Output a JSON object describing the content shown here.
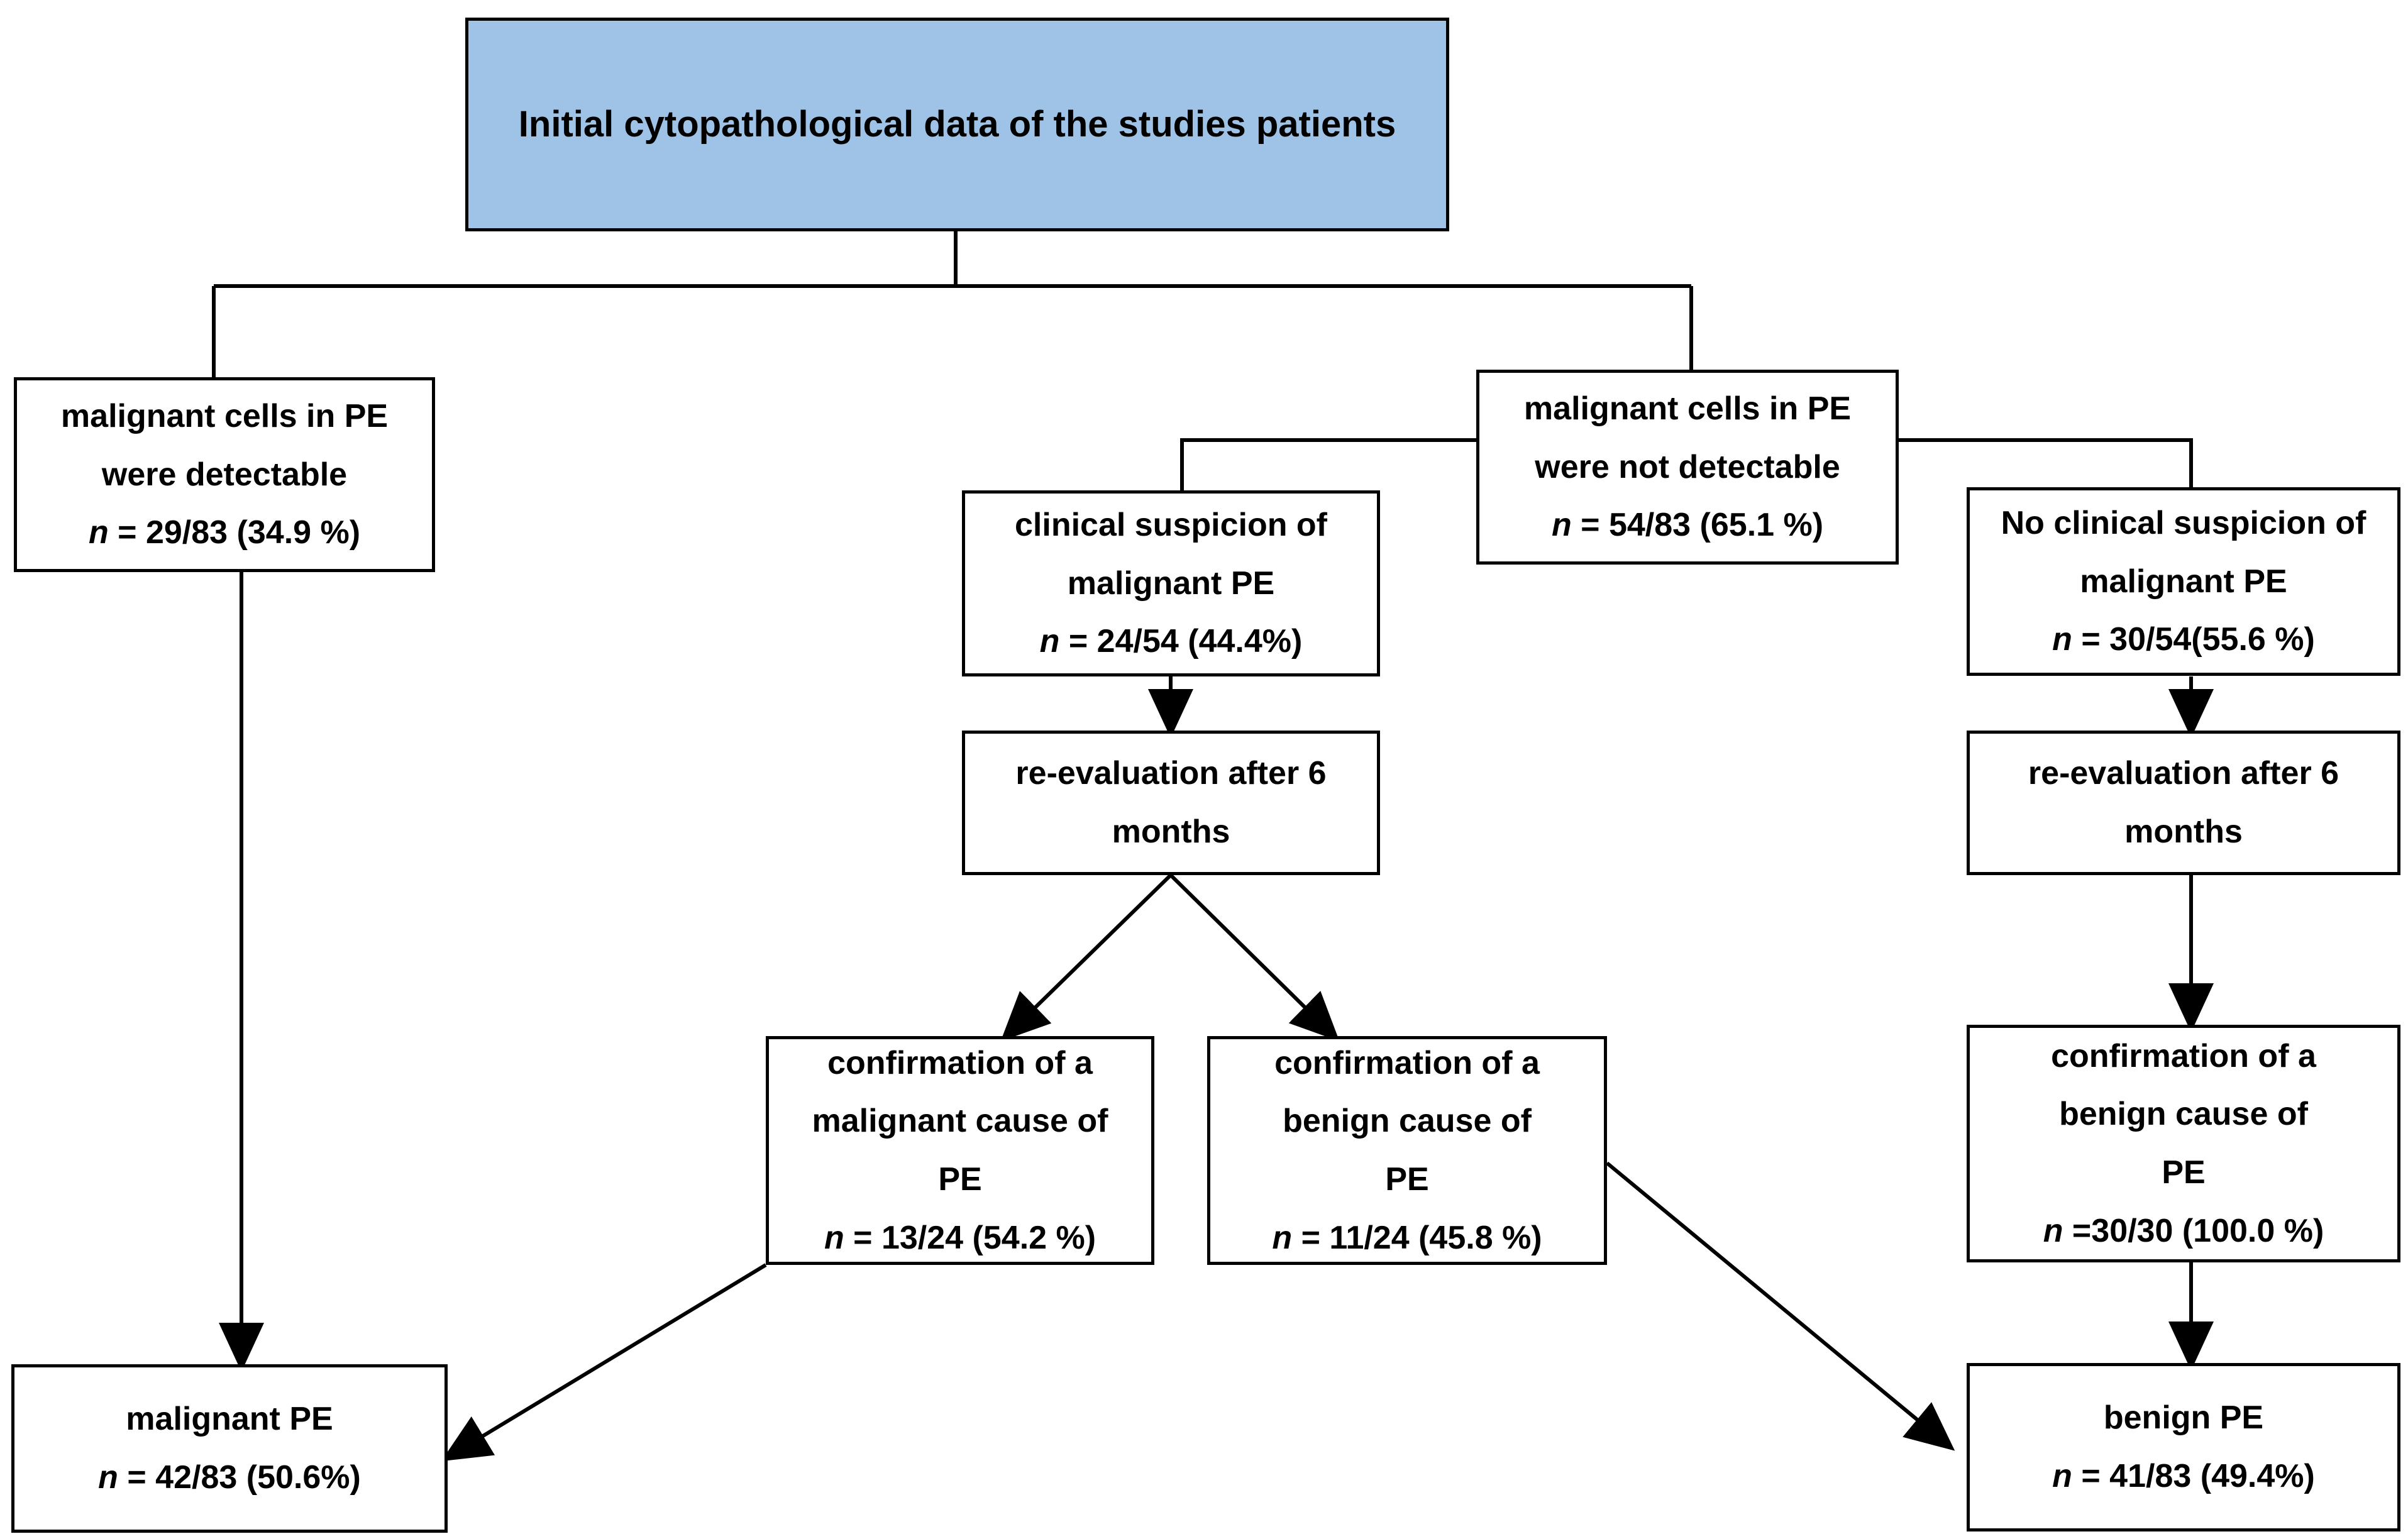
{
  "diagram": {
    "title": "Initial cytopathological data of the studies patients",
    "accent_color": "#9EC3E6",
    "line_color": "#000000",
    "background": "#ffffff"
  },
  "nodes": {
    "root": {
      "label": "Initial cytopathological data of the studies patients"
    },
    "detectable": {
      "line1": "malignant cells in PE",
      "line2": "were detectable",
      "stat_prefix": "n",
      "stat_value": " = 29/83 (34.9 %)"
    },
    "not_detectable": {
      "line1": "malignant cells in  PE",
      "line2": "were not detectable",
      "stat_prefix": "n",
      "stat_value": " = 54/83 (65.1 %)"
    },
    "clinical_suspicion": {
      "line1": "clinical suspicion of",
      "line2": "malignant PE",
      "stat_prefix": "n",
      "stat_value": " = 24/54 (44.4%)"
    },
    "no_clinical_suspicion": {
      "line1": "No clinical suspicion of",
      "line2": "malignant PE",
      "stat_prefix": "n",
      "stat_value": " = 30/54(55.6 %)"
    },
    "reeval_left": {
      "line1": "re-evaluation after 6",
      "line2": "months"
    },
    "reeval_right": {
      "line1": "re-evaluation after 6",
      "line2": "months"
    },
    "confirm_malignant": {
      "line1": "confirmation of a",
      "line2": "malignant cause of",
      "line3": "PE",
      "stat_prefix": "n",
      "stat_value": " = 13/24 (54.2 %)"
    },
    "confirm_benign_mid": {
      "line1": "confirmation of a",
      "line2": "benign cause of",
      "line3": "PE",
      "stat_prefix": "n",
      "stat_value": " = 11/24 (45.8 %)"
    },
    "confirm_benign_right": {
      "line1": "confirmation of a",
      "line2": "benign cause of",
      "line3": "PE",
      "stat_prefix": "n",
      "stat_value": " =30/30 (100.0 %)"
    },
    "malignant_pe": {
      "line1": "malignant PE",
      "stat_prefix": "n",
      "stat_value": " = 42/83 (50.6%)"
    },
    "benign_pe": {
      "line1": "benign PE",
      "stat_prefix": "n",
      "stat_value": " = 41/83 (49.4%)"
    }
  },
  "chart_data": {
    "type": "table",
    "title": "Initial cytopathological data of the studies patients",
    "nodes": [
      {
        "id": "root",
        "text": "Initial cytopathological data of the studies patients",
        "n": null,
        "total": 83,
        "percent": null
      },
      {
        "id": "detectable",
        "text": "malignant cells in PE were detectable",
        "n": 29,
        "total": 83,
        "percent": 34.9
      },
      {
        "id": "not_detectable",
        "text": "malignant cells in PE were not detectable",
        "n": 54,
        "total": 83,
        "percent": 65.1
      },
      {
        "id": "clinical_suspicion",
        "text": "clinical suspicion of malignant PE",
        "n": 24,
        "total": 54,
        "percent": 44.4
      },
      {
        "id": "no_clinical_suspicion",
        "text": "No clinical suspicion of malignant PE",
        "n": 30,
        "total": 54,
        "percent": 55.6
      },
      {
        "id": "reeval_left",
        "text": "re-evaluation after 6 months",
        "n": null,
        "total": null,
        "percent": null
      },
      {
        "id": "reeval_right",
        "text": "re-evaluation after 6 months",
        "n": null,
        "total": null,
        "percent": null
      },
      {
        "id": "confirm_malignant",
        "text": "confirmation of a malignant cause of PE",
        "n": 13,
        "total": 24,
        "percent": 54.2
      },
      {
        "id": "confirm_benign_mid",
        "text": "confirmation of a benign cause of PE",
        "n": 11,
        "total": 24,
        "percent": 45.8
      },
      {
        "id": "confirm_benign_right",
        "text": "confirmation of a benign cause of PE",
        "n": 30,
        "total": 30,
        "percent": 100.0
      },
      {
        "id": "malignant_pe",
        "text": "malignant PE",
        "n": 42,
        "total": 83,
        "percent": 50.6
      },
      {
        "id": "benign_pe",
        "text": "benign PE",
        "n": 41,
        "total": 83,
        "percent": 49.4
      }
    ],
    "edges": [
      {
        "from": "root",
        "to": "detectable"
      },
      {
        "from": "root",
        "to": "not_detectable"
      },
      {
        "from": "not_detectable",
        "to": "clinical_suspicion"
      },
      {
        "from": "not_detectable",
        "to": "no_clinical_suspicion"
      },
      {
        "from": "clinical_suspicion",
        "to": "reeval_left"
      },
      {
        "from": "no_clinical_suspicion",
        "to": "reeval_right"
      },
      {
        "from": "reeval_left",
        "to": "confirm_malignant"
      },
      {
        "from": "reeval_left",
        "to": "confirm_benign_mid"
      },
      {
        "from": "reeval_right",
        "to": "confirm_benign_right"
      },
      {
        "from": "detectable",
        "to": "malignant_pe"
      },
      {
        "from": "confirm_malignant",
        "to": "malignant_pe"
      },
      {
        "from": "confirm_benign_mid",
        "to": "benign_pe"
      },
      {
        "from": "confirm_benign_right",
        "to": "benign_pe"
      }
    ]
  }
}
